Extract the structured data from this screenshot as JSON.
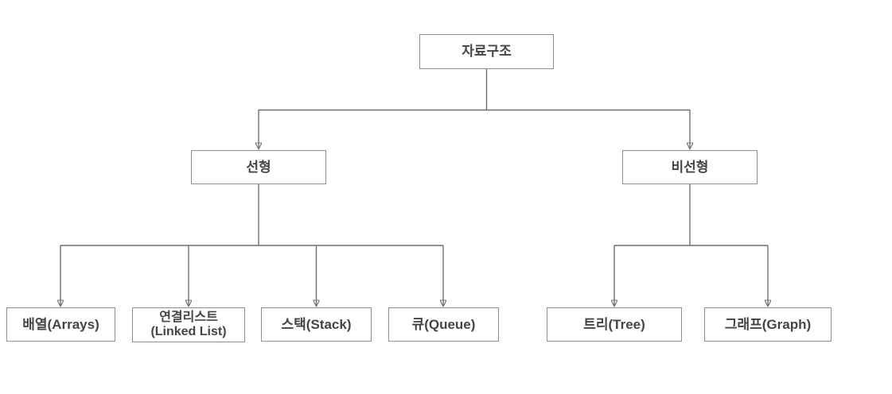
{
  "nodes": {
    "root": "자료구조",
    "linear": "선형",
    "nonlinear": "비선형",
    "arrays": "배열(Arrays)",
    "linked_list_line1": "연결리스트",
    "linked_list_line2": "(Linked List)",
    "stack": "스택(Stack)",
    "queue": "큐(Queue)",
    "tree": "트리(Tree)",
    "graph": "그래프(Graph)"
  },
  "edges": [
    {
      "from": "root",
      "to": "linear"
    },
    {
      "from": "root",
      "to": "nonlinear"
    },
    {
      "from": "linear",
      "to": "arrays"
    },
    {
      "from": "linear",
      "to": "linked_list"
    },
    {
      "from": "linear",
      "to": "stack"
    },
    {
      "from": "linear",
      "to": "queue"
    },
    {
      "from": "nonlinear",
      "to": "tree"
    },
    {
      "from": "nonlinear",
      "to": "graph"
    }
  ],
  "colors": {
    "background": "#ffffff",
    "box_border": "#8f8f8f",
    "connector": "#6f6f6f",
    "text": "#454545"
  }
}
